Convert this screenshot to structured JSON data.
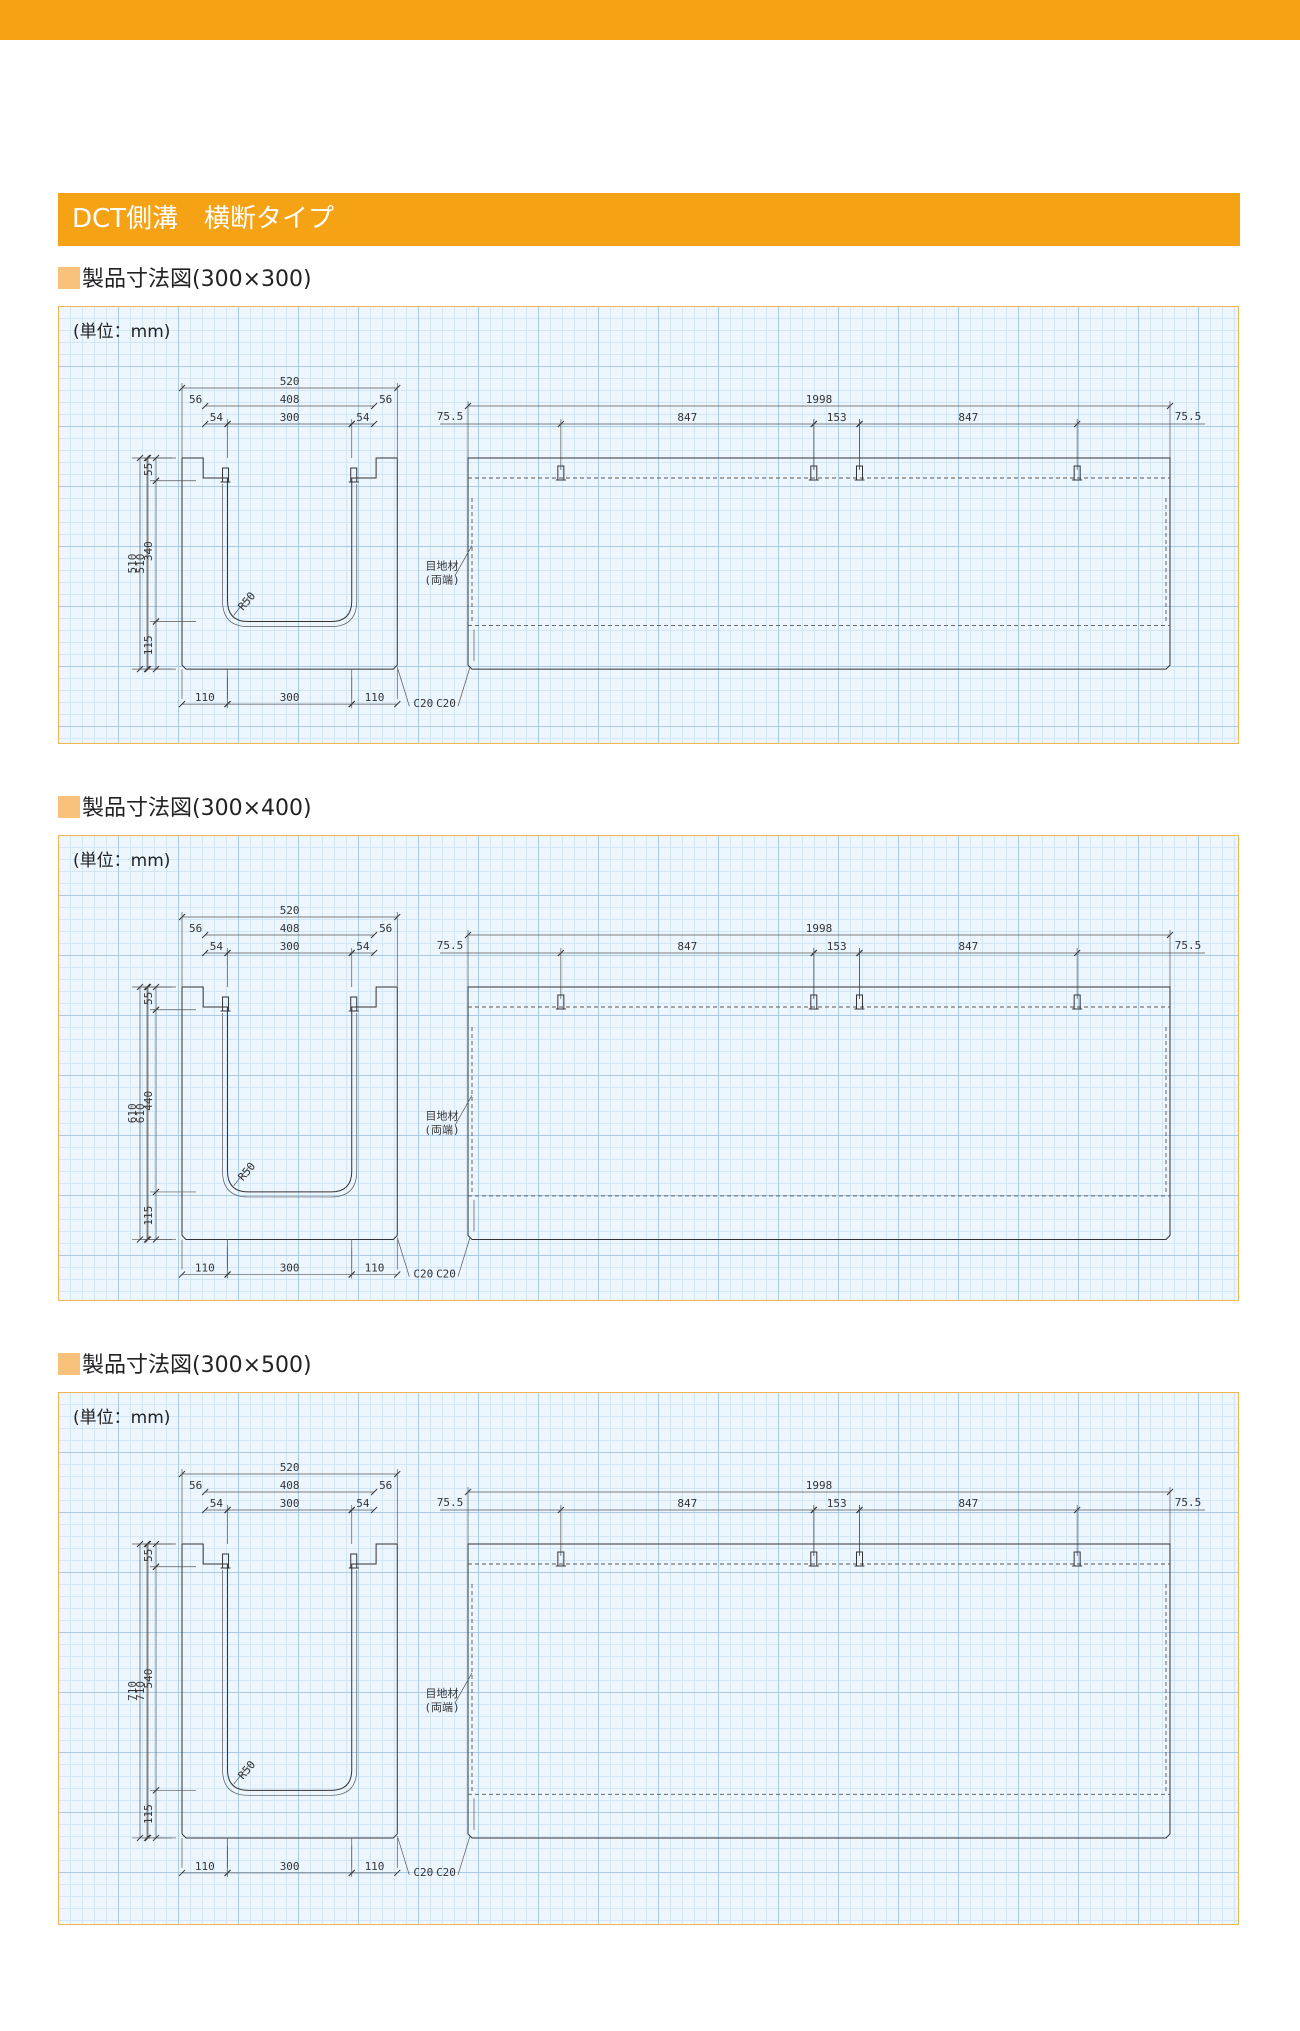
{
  "page": {
    "section_title": "DCT側溝　横断タイプ"
  },
  "drawings": [
    {
      "title": "製品寸法図(300×300)",
      "unit": "(単位：mm)",
      "total_height": "510",
      "inner_height": "340",
      "height_label": 510
    },
    {
      "title": "製品寸法図(300×400)",
      "unit": "(単位：mm)",
      "total_height": "610",
      "inner_height": "440",
      "height_label": 610
    },
    {
      "title": "製品寸法図(300×500)",
      "unit": "(単位：mm)",
      "total_height": "710",
      "inner_height": "540",
      "height_label": 710
    }
  ],
  "dims": {
    "width_total": "520",
    "width_mid": "408",
    "flange_left": "56",
    "flange_right": "56",
    "lip_left": "54",
    "lip_right": "54",
    "inner_width": "300",
    "top_h": "55",
    "bottom_h": "115",
    "base_left": "110",
    "base_mid": "300",
    "base_right": "110",
    "radius": "R50",
    "chamfer": "C20",
    "length": "1998",
    "end_left": "75.5",
    "end_right": "75.5",
    "seg_a": "847",
    "seg_b": "153",
    "seg_c": "847",
    "joint_label_1": "目地材",
    "joint_label_2": "(両端)"
  }
}
